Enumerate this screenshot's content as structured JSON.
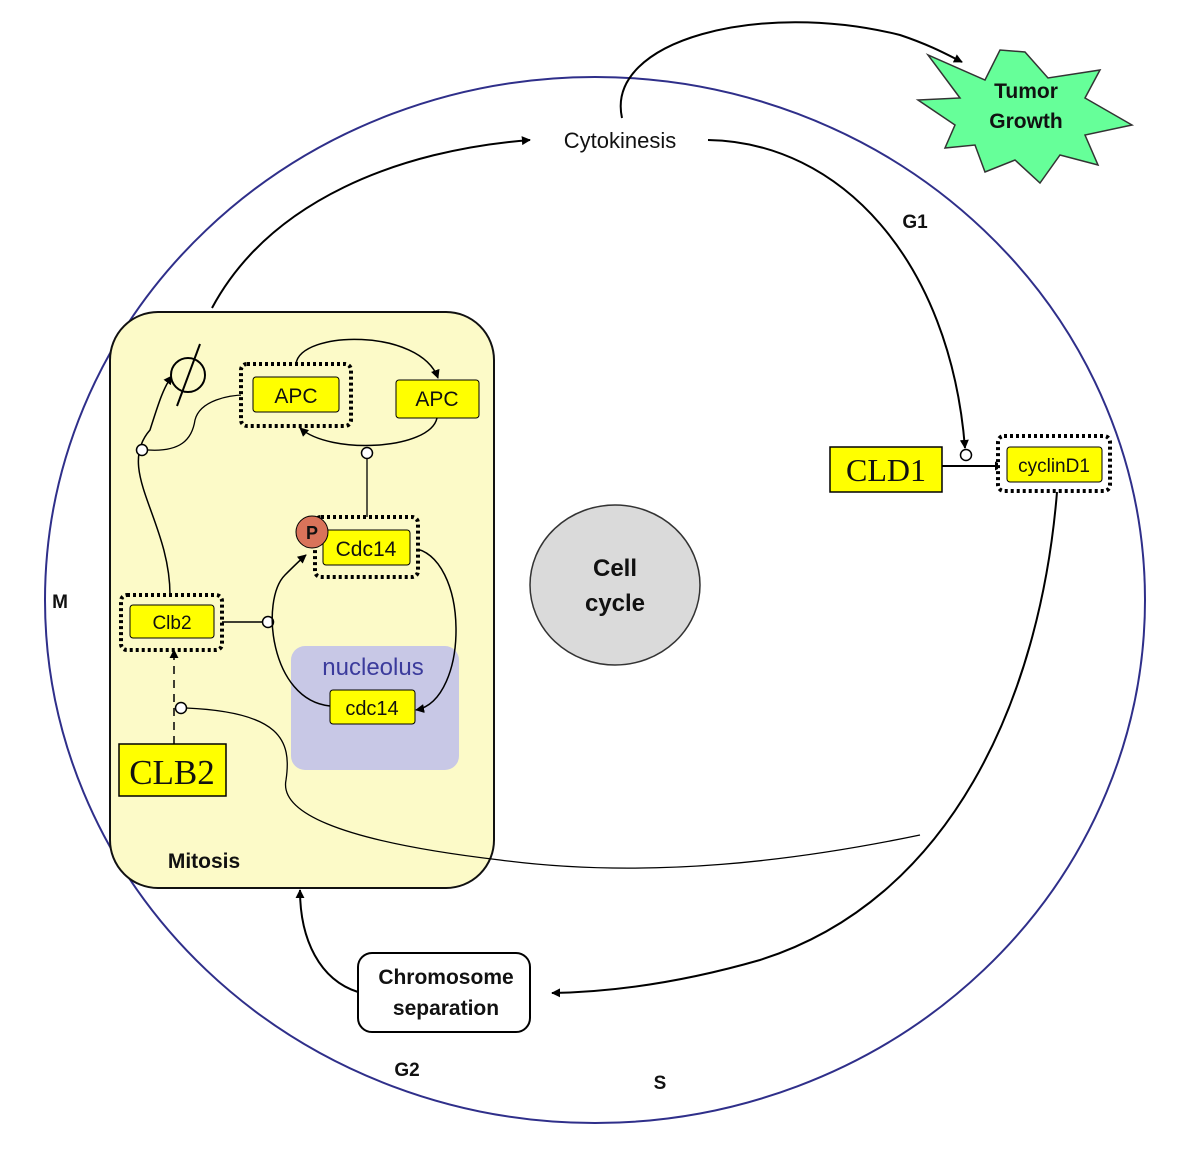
{
  "phases": {
    "g1": "G1",
    "s": "S",
    "g2": "G2",
    "m": "M"
  },
  "cytokinesis": "Cytokinesis",
  "tumor": {
    "line1": "Tumor",
    "line2": "Growth"
  },
  "center": {
    "line1": "Cell",
    "line2": "cycle"
  },
  "mitosis_label": "Mitosis",
  "nucleolus_label": "nucleolus",
  "nodes": {
    "apc_left": "APC",
    "apc_right": "APC",
    "cdc14_p": "Cdc14",
    "cdc14_nucleolus": "cdc14",
    "clb2": "Clb2",
    "clb2_gene": "CLB2",
    "cld1_gene": "CLD1",
    "cyclind1": "cyclinD1",
    "phospho": "P"
  },
  "chromosome": {
    "line1": "Chromosome",
    "line2": "separation"
  },
  "colors": {
    "mitosis_fill": "#fcfac8",
    "node_fill": "#ffff00",
    "nucleolus_fill": "#c8c8e6",
    "nucleolus_text": "#3b3b9c",
    "tumor_fill": "#66ff99",
    "center_fill": "#dadada",
    "phospho_fill": "#d9735a",
    "cycle_ring": "#2f2f8a"
  },
  "icons": {
    "degradation": "empty-set-icon"
  }
}
